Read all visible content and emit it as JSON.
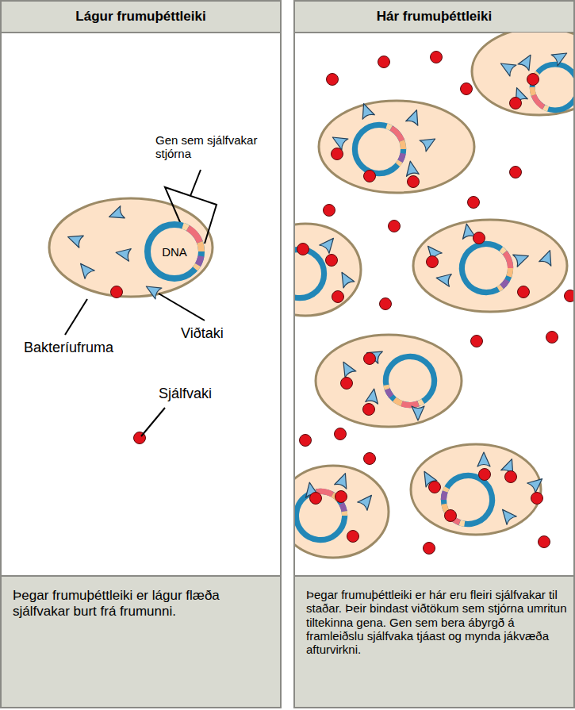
{
  "diagram": {
    "nodes": [
      {
        "text": [
          "Lágur frumuþéttleiki",
          "Þegar frumuþéttleiki er lágur flæða sjálfvakar burt frá frumunni."
        ]
      },
      {
        "text": [
          "Hár frumuþéttleiki",
          "Þegar frumuþéttleiki er hár eru fleiri sjálfvakar til staðar. Þeir bindast viðtökum sem stjórna umritun tiltekinna gena. Gen sem bera ábyrgð á framleiðslu sjálfvaka tjáast og mynda jákvæða afturvirkni."
        ]
      },
      {
        "text": [
          "DNA"
        ],
        "in": 0
      }
    ],
    "labels": [
      "Gen sem sjálfvakar stjórna",
      "Viðtaki",
      "Bakteríufruma",
      "Sjálfvaki"
    ]
  }
}
